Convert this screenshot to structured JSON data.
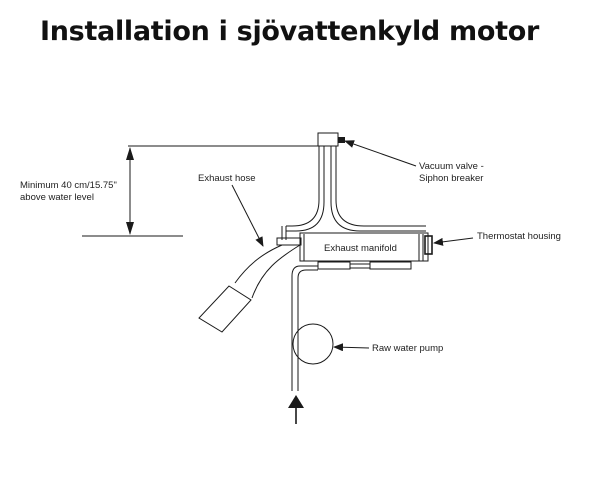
{
  "title": "Installation i sjövattenkyld motor",
  "labels": {
    "minimum_line1": "Minimum 40 cm/15.75\"",
    "minimum_line2": "above water level",
    "exhaust_hose": "Exhaust hose",
    "vacuum_valve_line1": "Vacuum valve -",
    "vacuum_valve_line2": "Siphon breaker",
    "thermostat_housing": "Thermostat housing",
    "exhaust_manifold": "Exhaust manifold",
    "raw_water_pump": "Raw water pump"
  },
  "colors": {
    "line": "#1a1a1a",
    "text": "#222222",
    "title": "#111111",
    "background": "#ffffff"
  },
  "icons": [
    "arrow-up-icon",
    "arrowhead-icon"
  ]
}
